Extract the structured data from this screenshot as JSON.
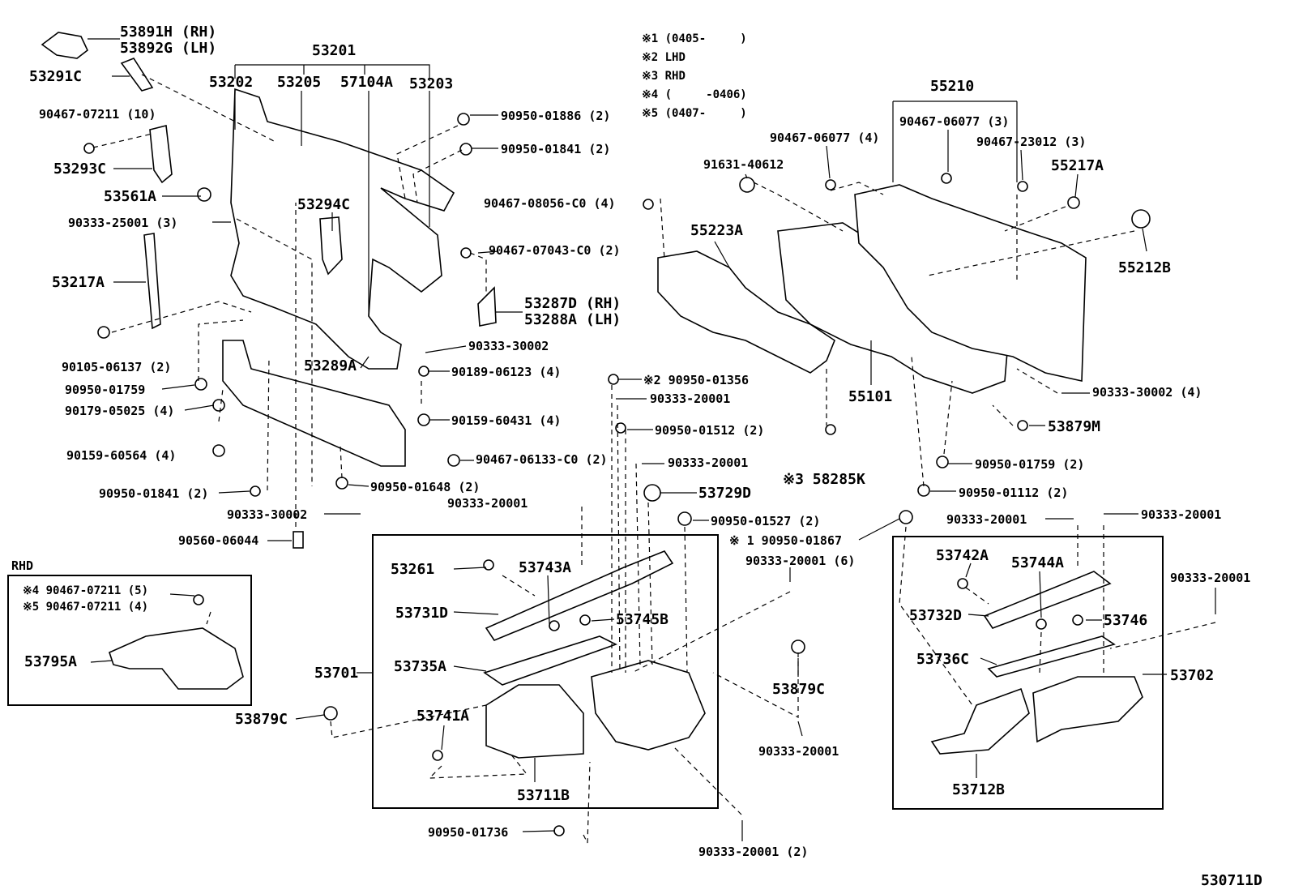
{
  "diagram_id": "530711D",
  "notes": [
    "※1 (0405-     )",
    "※2 LHD",
    "※3 RHD",
    "※4 (     -0406)",
    "※5 (0407-     )"
  ],
  "rhd_box": {
    "title": "RHD",
    "line1": "※4 90467-07211 (5)",
    "line2": "※5 90467-07211 (4)",
    "part": "53795A"
  },
  "labels": {
    "l53891H": "53891H (RH)",
    "l53892G": "53892G (LH)",
    "l53291C": "53291C",
    "l90467_07211": "90467-07211 (10)",
    "l53293C": "53293C",
    "l53561A": "53561A",
    "l90333_25001": "90333-25001 (3)",
    "l53217A": "53217A",
    "l90105": "90105-06137 (2)",
    "l90950_01759a": "90950-01759",
    "l90179": "90179-05025 (4)",
    "l90159_60564": "90159-60564 (4)",
    "l90950_01841a": "90950-01841 (2)",
    "l90333_30002a": "90333-30002",
    "l90560": "90560-06044",
    "l53879Ca": "53879C",
    "l53201": "53201",
    "l53202": "53202",
    "l53205": "53205",
    "l57104A": "57104A",
    "l53203": "53203",
    "l53294C": "53294C",
    "l53289A": "53289A",
    "l90950_01886": "90950-01886 (2)",
    "l90950_01841b": "90950-01841 (2)",
    "l90467_08056": "90467-08056-C0 (4)",
    "l90467_07043": "90467-07043-C0 (2)",
    "l53287D": "53287D (RH)",
    "l53288A": "53288A (LH)",
    "l90333_30002b": "90333-30002",
    "l90189": "90189-06123 (4)",
    "l90159_60431": "90159-60431 (4)",
    "l90467_06133": "90467-06133-C0 (2)",
    "l90950_01648": "90950-01648 (2)",
    "l90950_01356": "※2 90950-01356",
    "l90333_20001a": "90333-20001",
    "l90950_01512": "90950-01512 (2)",
    "l90333_20001b": "90333-20001",
    "l53729D": "53729D",
    "l90333_20001c": "90333-20001",
    "l90950_01527": "90950-01527 (2)",
    "l90950_01867": "※ 1 90950-01867",
    "l90333_20001_6": "90333-20001 (6)",
    "l53879Cb": "53879C",
    "l90333_20001d": "90333-20001",
    "l90950_01736": "90950-01736",
    "l90333_20001_2": "90333-20001 (2)",
    "l53701": "53701",
    "l53261": "53261",
    "l53743A": "53743A",
    "l53731D": "53731D",
    "l53745B": "53745B",
    "l53735A": "53735A",
    "l53741A": "53741A",
    "l53711B": "53711B",
    "l55210": "55210",
    "l90467_06077_4": "90467-06077 (4)",
    "l90467_06077_3": "90467-06077 (3)",
    "l90467_23012": "90467-23012 (3)",
    "l55217A": "55217A",
    "l91631": "91631-40612",
    "l55223A": "55223A",
    "l55212B": "55212B",
    "l55101": "55101",
    "l90333_30002c": "90333-30002 (4)",
    "l53879M": "53879M",
    "l90950_01759b": "90950-01759 (2)",
    "l58285K": "※3 58285K",
    "l90950_01112": "90950-01112 (2)",
    "l90333_20001e": "90333-20001",
    "l90333_20001f": "90333-20001",
    "l90333_20001g": "90333-20001",
    "l53742A": "53742A",
    "l53744A": "53744A",
    "l53732D": "53732D",
    "l53746": "53746",
    "l53736C": "53736C",
    "l53702": "53702",
    "l53712B": "53712B"
  }
}
